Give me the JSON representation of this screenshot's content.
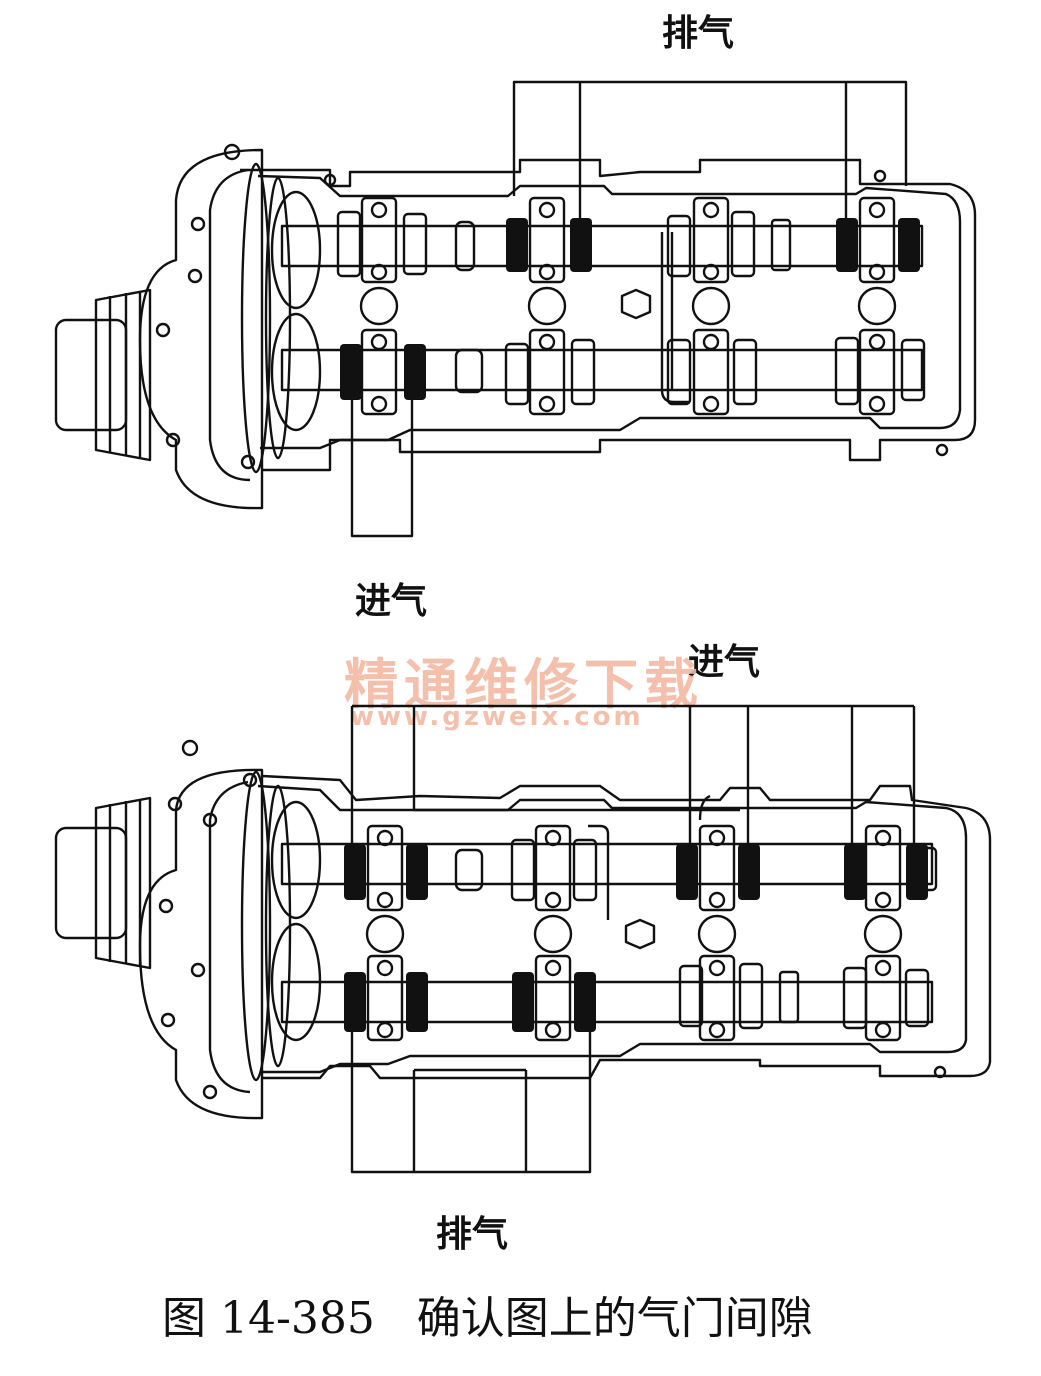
{
  "top_diagram": {
    "label_top": "排气",
    "label_bottom": "进气"
  },
  "bottom_diagram": {
    "label_top": "进气",
    "label_bottom": "排气"
  },
  "watermark": {
    "title": "精通维修下载",
    "url": "www.gzweix.com"
  },
  "caption": {
    "figure_number": "图 14-385",
    "text": "确认图上的气门间隙"
  },
  "colors": {
    "ink": "#111111",
    "watermark": "#f3b9a3"
  }
}
